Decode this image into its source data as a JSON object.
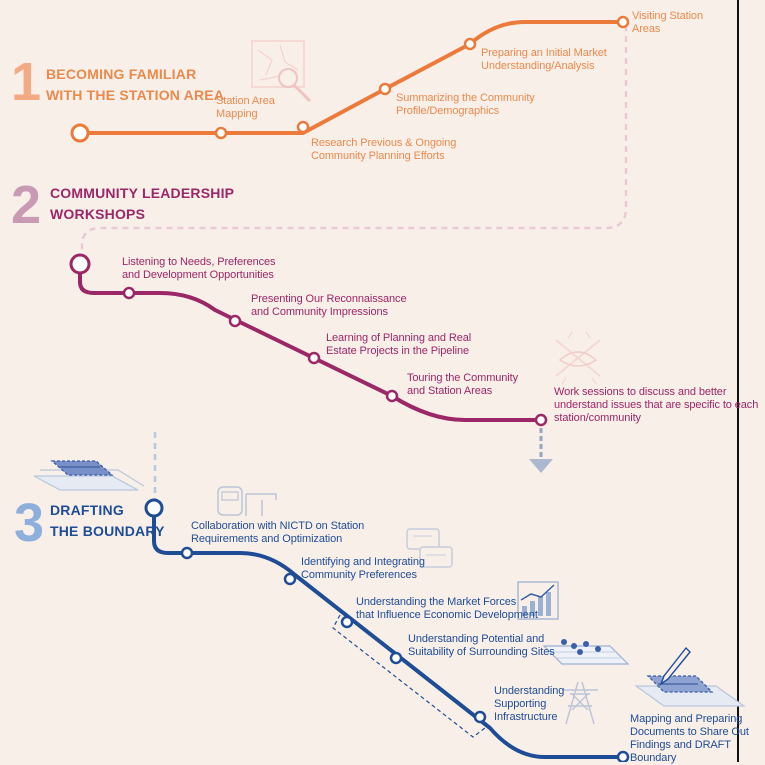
{
  "colors": {
    "phase1": "#ec7a3a",
    "phase2": "#9c2767",
    "phase3": "#1e4d96",
    "background": "#f9efe9"
  },
  "phases": [
    {
      "number": "1",
      "title": "BECOMING FAMILIAR\nWITH THE STATION AREA",
      "steps": [
        "Station Area\nMapping",
        "Research Previous & Ongoing\nCommunity Planning Efforts",
        "Summarizing the Community\nProfile/Demographics",
        "Preparing an Initial Market\nUnderstanding/Analysis",
        "Visiting Station\nAreas"
      ]
    },
    {
      "number": "2",
      "title": "COMMUNITY LEADERSHIP\nWORKSHOPS",
      "steps": [
        "Listening to Needs, Preferences\nand Development Opportunities",
        "Presenting Our Reconnaissance\nand Community Impressions",
        "Learning of Planning and Real\nEstate Projects in the Pipeline",
        "Touring the Community\nand Station Areas",
        "Work sessions to discuss and better\nunderstand issues that are specific to each\nstation/community"
      ]
    },
    {
      "number": "3",
      "title": "DRAFTING\nTHE BOUNDARY",
      "steps": [
        "Collaboration with NICTD on Station\nRequirements and Optimization",
        "Identifying and Integrating\nCommunity Preferences",
        "Understanding the Market Forces\nthat Influence Economic Development",
        "Understanding Potential and\nSuitability of Surrounding Sites",
        "Understanding\nSupporting\nInfrastructure",
        "Mapping and Preparing\nDocuments to Share Out\nFindings and DRAFT Boundary"
      ]
    }
  ],
  "icons": [
    "map-search-icon",
    "handshake-icon",
    "train-icon",
    "chat-bubbles-icon",
    "bar-chart-icon",
    "site-map-icon",
    "transmission-tower-icon",
    "boundary-pen-icon",
    "station-plan-icon",
    "down-arrow-icon"
  ]
}
